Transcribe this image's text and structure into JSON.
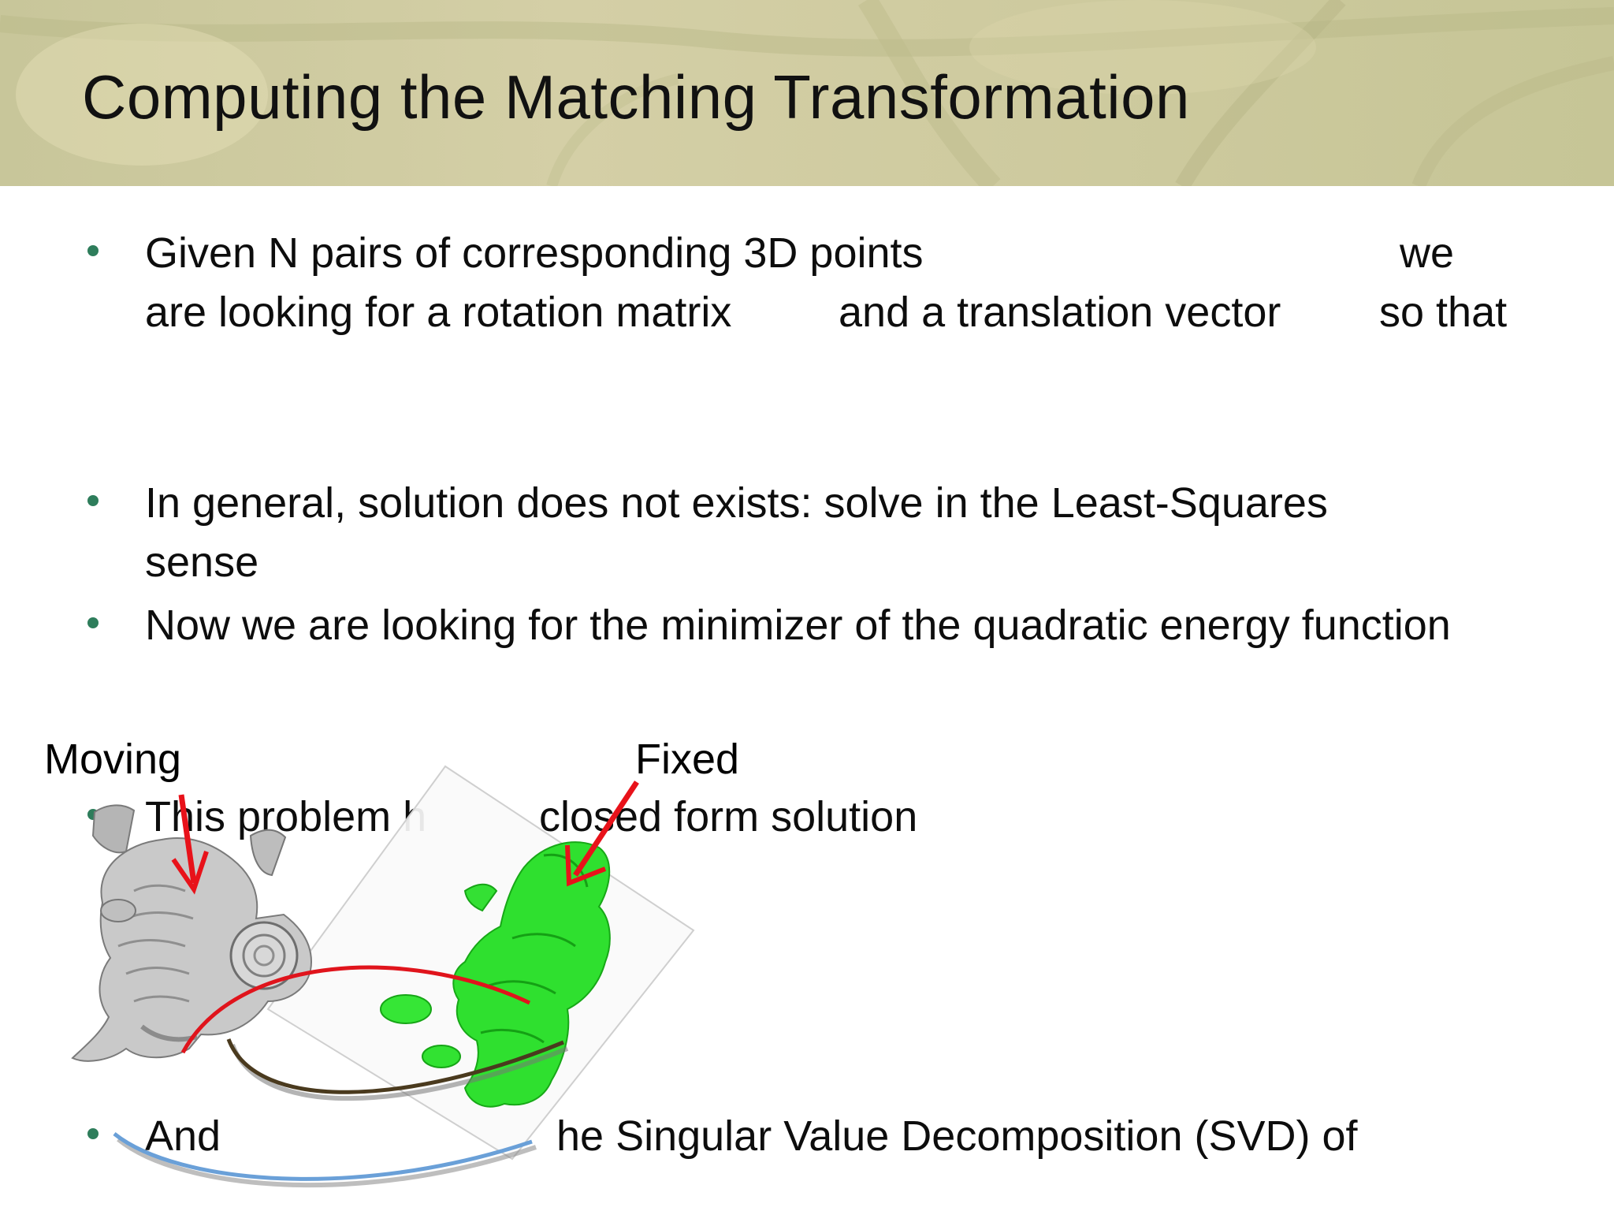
{
  "slide": {
    "title": "Computing the Matching Transformation",
    "bullet_color": "#2e7d5b",
    "bullets": [
      {
        "line1": "Given N pairs of corresponding 3D points",
        "line1b": "we",
        "line2a": "are looking for a rotation matrix",
        "line2b": "and a translation vector",
        "line2c": "so that"
      },
      {
        "line1": "In general, solution does not exists: solve in the Least-Squares",
        "line2": "sense"
      },
      {
        "line1": "Now we are looking for the minimizer of the quadratic energy function"
      },
      {
        "line1a": "This problem h",
        "line1b": "closed form solution"
      },
      {
        "line1a": "And",
        "line1b": "he Singular Value Decomposition (SVD) of"
      }
    ]
  },
  "figure": {
    "label_moving": "Moving",
    "label_fixed": "Fixed",
    "arrow_color": "#e8121a",
    "moving_color": "#9a9a9a",
    "fixed_color": "#22dd22",
    "curve_colors": [
      "#e0141c",
      "#4a3a1e",
      "#6aa0d8"
    ]
  }
}
